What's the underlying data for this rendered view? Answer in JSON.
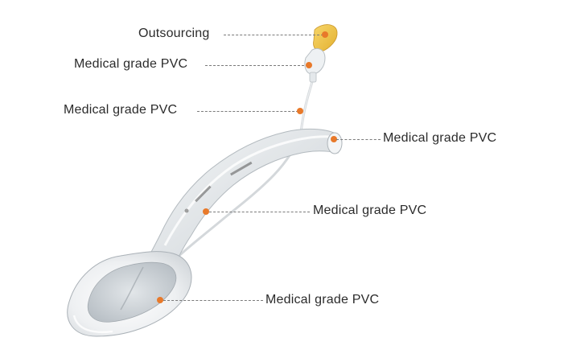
{
  "diagram": {
    "accent_color": "#e8792a",
    "device_colors": {
      "silicone_body": "#e9ecef",
      "pilot_balloon": "#f2c84b"
    },
    "callouts": [
      {
        "id": "pilot-balloon",
        "label": "Outsourcing"
      },
      {
        "id": "inflation-valve",
        "label": "Medical grade PVC"
      },
      {
        "id": "inflation-line",
        "label": "Medical grade PVC"
      },
      {
        "id": "connector",
        "label": "Medical grade PVC"
      },
      {
        "id": "airway-tube",
        "label": "Medical grade PVC"
      },
      {
        "id": "mask-cuff",
        "label": "Medical grade PVC"
      }
    ]
  }
}
